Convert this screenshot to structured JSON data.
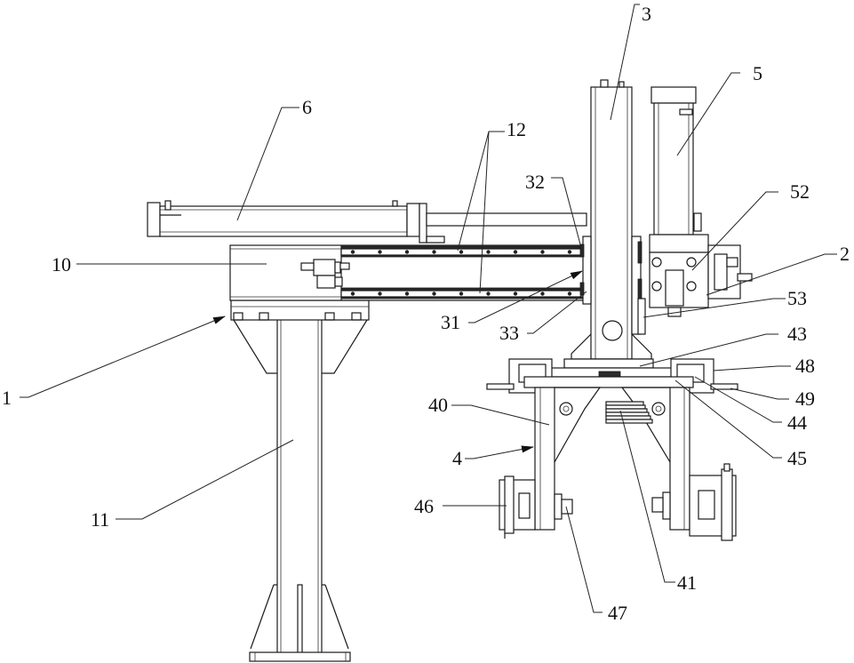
{
  "figure": {
    "type": "mechanical patent drawing",
    "description": "Front elevation of a gantry-style manipulator with column, horizontal arm, vertical slide and gripper"
  },
  "labels": {
    "l1": "1",
    "l2": "2",
    "l3": "3",
    "l4": "4",
    "l5": "5",
    "l6": "6",
    "l10": "10",
    "l11": "11",
    "l12": "12",
    "l31": "31",
    "l32": "32",
    "l33": "33",
    "l40": "40",
    "l41": "41",
    "l43": "43",
    "l44": "44",
    "l45": "45",
    "l46": "46",
    "l47": "47",
    "l48": "48",
    "l49": "49",
    "l52": "52",
    "l53": "53"
  },
  "colors": {
    "line": "#1a1a1a",
    "background": "#ffffff"
  }
}
